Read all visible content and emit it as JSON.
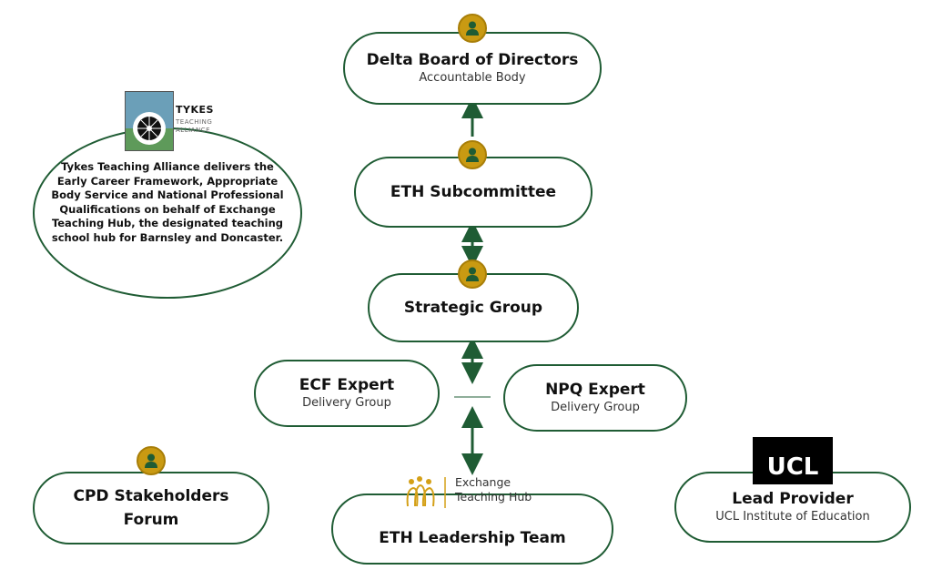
{
  "nodes": {
    "board": {
      "title": "Delta Board of Directors",
      "sub": "Accountable Body"
    },
    "subcommittee": {
      "title": "ETH Subcommittee"
    },
    "strategic": {
      "title": "Strategic Group"
    },
    "ecf": {
      "title": "ECF Expert",
      "sub": "Delivery Group"
    },
    "npq": {
      "title": "NPQ Expert",
      "sub": "Delivery Group"
    },
    "cpd": {
      "title": "CPD Stakeholders Forum"
    },
    "eth_leadership": {
      "title": "ETH Leadership Team"
    },
    "lead_provider": {
      "title": "Lead Provider",
      "sub": "UCL Institute of Education"
    }
  },
  "tykes": {
    "name": "TYKES",
    "sub_line1": "TEACHING",
    "sub_line2": "ALLIANCE",
    "description": "Tykes Teaching Alliance delivers the Early Career Framework, Appropriate Body Service and National Professional Qualifications on behalf of Exchange Teaching Hub, the designated teaching school hub for Barnsley and Doncaster."
  },
  "exchange_logo": {
    "line1": "Exchange",
    "line2": "Teaching Hub"
  },
  "ucl_logo": "UCL",
  "icons": {
    "person": "person-icon",
    "connector": "double-arrow-icon"
  },
  "colors": {
    "border": "#1f5c34",
    "badge": "#c99a12"
  }
}
